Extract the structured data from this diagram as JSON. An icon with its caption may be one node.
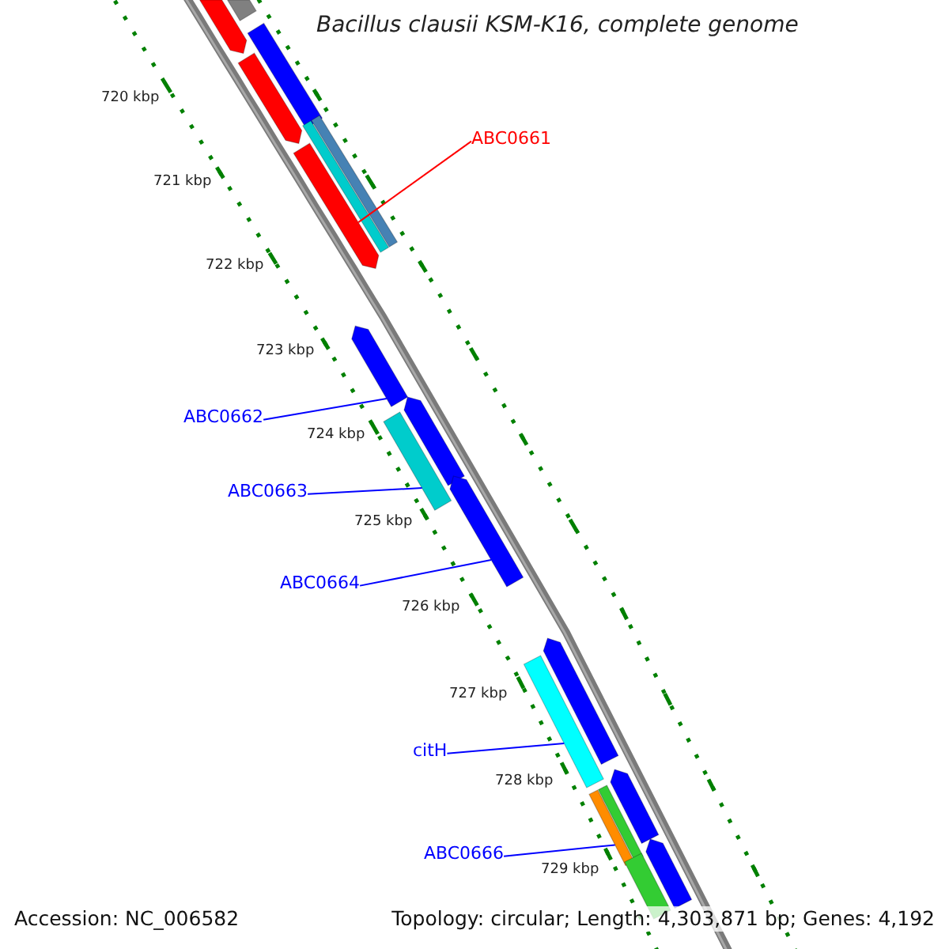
{
  "diagram": {
    "title": "Bacillus clausii KSM-K16, complete genome",
    "nodes": [
      {
        "text": [
          "ABC0661"
        ]
      },
      {
        "text": [
          "ABC0662"
        ]
      },
      {
        "text": [
          "ABC0663"
        ]
      },
      {
        "text": [
          "ABC0664"
        ]
      },
      {
        "text": [
          "citH"
        ]
      },
      {
        "text": [
          "ABC0666"
        ]
      },
      {
        "text": [],
        "shape": "bar"
      },
      {
        "text": [],
        "shape": "bar"
      },
      {
        "text": [],
        "shape": "bar"
      },
      {
        "text": [],
        "shape": "bar"
      },
      {
        "text": [],
        "shape": "bar"
      },
      {
        "text": [],
        "shape": "bar"
      },
      {
        "text": [],
        "shape": "bar"
      },
      {
        "text": [],
        "shape": "bar"
      },
      {
        "text": [],
        "shape": "bar"
      },
      {
        "text": [],
        "shape": "bar"
      },
      {
        "text": [],
        "shape": "bar"
      },
      {
        "text": [],
        "shape": "bar"
      },
      {
        "text": [],
        "shape": "bar"
      },
      {
        "text": [],
        "shape": "bar"
      },
      {
        "text": [],
        "shape": "bar"
      },
      {
        "text": [],
        "shape": "bar"
      },
      {
        "text": [],
        "shape": "bar"
      },
      {
        "text": [],
        "shape": "bar"
      }
    ],
    "edges": [
      {
        "from": 0,
        "to": 12,
        "arrow": "none",
        "color": "#ff0000"
      },
      {
        "from": 1,
        "to": 13,
        "arrow": "none"
      },
      {
        "from": 2,
        "to": 15,
        "arrow": "none"
      },
      {
        "from": 3,
        "to": 16,
        "arrow": "none"
      },
      {
        "from": 4,
        "to": 18,
        "arrow": "none"
      },
      {
        "from": 5,
        "to": 20,
        "arrow": "none"
      }
    ],
    "labels": [
      "720 kbp",
      "721 kbp",
      "722 kbp",
      "723 kbp",
      "724 kbp",
      "725 kbp",
      "726 kbp",
      "727 kbp",
      "728 kbp",
      "729 kbp",
      "Accession: NC_006582",
      "Topology: circular; Length: 4,303,871 bp; Genes: 4,192"
    ]
  }
}
